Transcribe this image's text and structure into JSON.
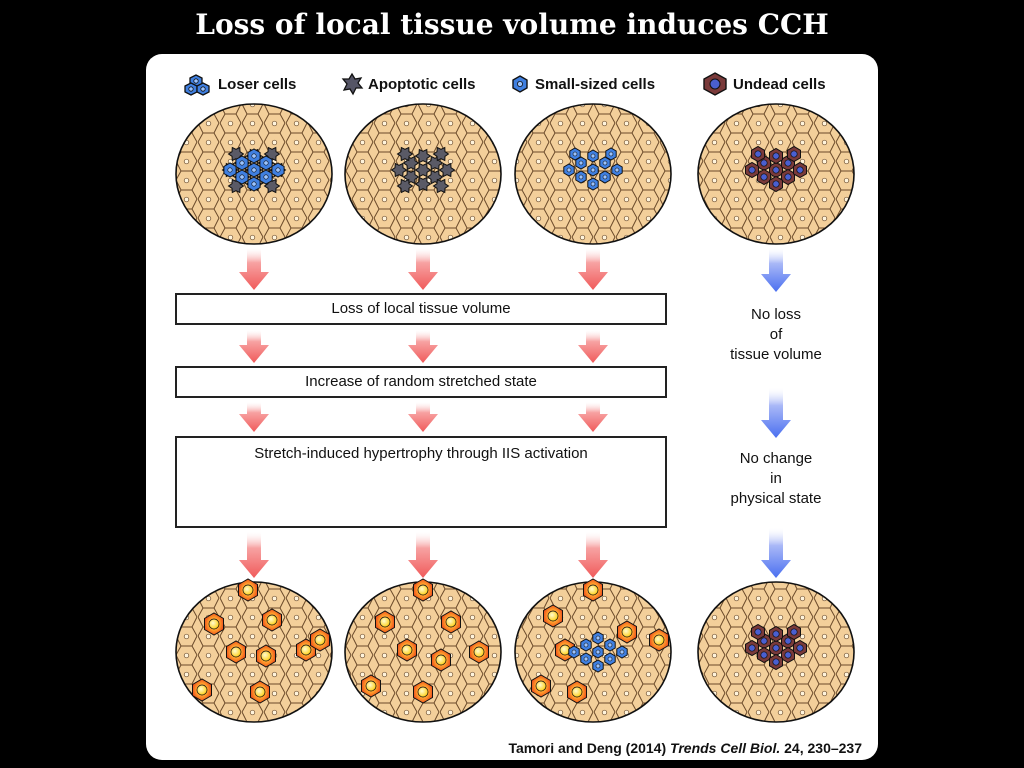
{
  "title": "Loss of local tissue volume induces CCH",
  "legend": [
    {
      "label": "Loser cells",
      "icon": "loser-cells-icon",
      "color": "#3f7fe0"
    },
    {
      "label": "Apoptotic cells",
      "icon": "apoptotic-cells-icon",
      "color": "#555566"
    },
    {
      "label": "Small-sized cells",
      "icon": "small-sized-cells-icon",
      "color": "#3f7fe0"
    },
    {
      "label": "Undead cells",
      "icon": "undead-cells-icon",
      "color": "#7a3a3a"
    }
  ],
  "steps": {
    "loss": "Loss of local tissue volume",
    "stretched": "Increase of random stretched state",
    "hypertrophy": "Stretch-induced hypertrophy through IIS activation"
  },
  "side_notes": {
    "no_loss": [
      "No loss",
      "of",
      "tissue volume"
    ],
    "no_change": [
      "No change",
      "in",
      "physical state"
    ]
  },
  "citation": {
    "authors": "Tamori and Deng (2014)",
    "journal": "Trends Cell Biol.",
    "ref": "24, 230–237"
  },
  "colors": {
    "tissue": "#f3cf9a",
    "cell_edge": "#6b4a2a",
    "red_arrow": "#f05a5a",
    "blue_arrow": "#4a6ff0",
    "hypertrophic": "#f06a1a"
  }
}
